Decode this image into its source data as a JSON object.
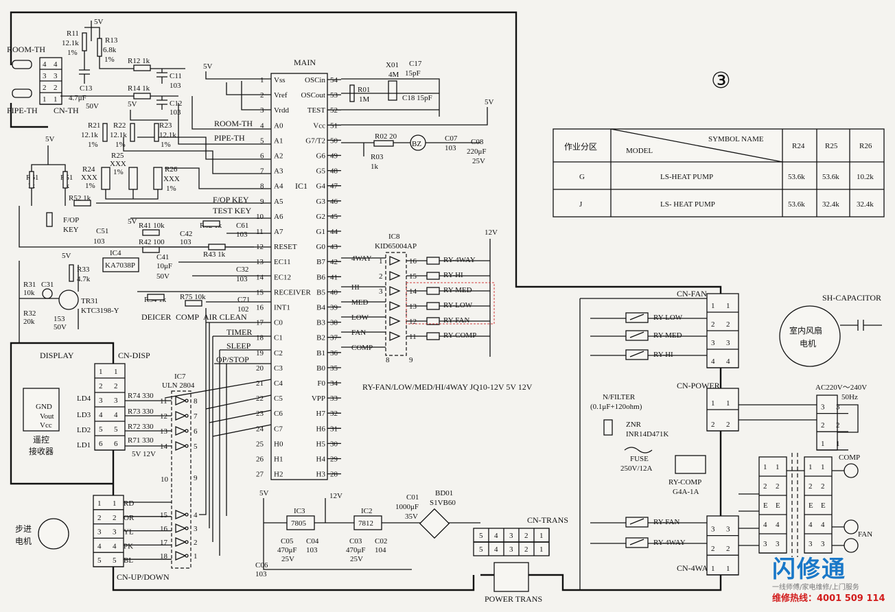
{
  "circle_number": "③",
  "main_label": "MAIN",
  "ic1": {
    "name": "IC1",
    "left_pins": [
      {
        "n": "1",
        "name": "Vss"
      },
      {
        "n": "2",
        "name": "Vref"
      },
      {
        "n": "3",
        "name": "Vrdd"
      },
      {
        "n": "4",
        "name": "A0"
      },
      {
        "n": "5",
        "name": "A1"
      },
      {
        "n": "6",
        "name": "A2"
      },
      {
        "n": "7",
        "name": "A3"
      },
      {
        "n": "8",
        "name": "A4"
      },
      {
        "n": "9",
        "name": "A5"
      },
      {
        "n": "10",
        "name": "A6"
      },
      {
        "n": "11",
        "name": "A7"
      },
      {
        "n": "12",
        "name": "RESET"
      },
      {
        "n": "13",
        "name": "EC11"
      },
      {
        "n": "14",
        "name": "EC12"
      },
      {
        "n": "15",
        "name": "RECEIVER"
      },
      {
        "n": "16",
        "name": "INT1"
      },
      {
        "n": "17",
        "name": "C0"
      },
      {
        "n": "18",
        "name": "C1"
      },
      {
        "n": "19",
        "name": "C2"
      },
      {
        "n": "20",
        "name": "C3"
      },
      {
        "n": "21",
        "name": "C4"
      },
      {
        "n": "22",
        "name": "C5"
      },
      {
        "n": "23",
        "name": "C6"
      },
      {
        "n": "24",
        "name": "C7"
      },
      {
        "n": "25",
        "name": "H0"
      },
      {
        "n": "26",
        "name": "H1"
      },
      {
        "n": "27",
        "name": "H2"
      }
    ],
    "right_pins": [
      {
        "n": "54",
        "name": "OSCin"
      },
      {
        "n": "53",
        "name": "OSCout"
      },
      {
        "n": "52",
        "name": "TEST"
      },
      {
        "n": "51",
        "name": "Vcc"
      },
      {
        "n": "50",
        "name": "G7/T2"
      },
      {
        "n": "49",
        "name": "G6"
      },
      {
        "n": "48",
        "name": "G5"
      },
      {
        "n": "47",
        "name": "G4"
      },
      {
        "n": "46",
        "name": "G3"
      },
      {
        "n": "45",
        "name": "G2"
      },
      {
        "n": "44",
        "name": "G1"
      },
      {
        "n": "43",
        "name": "G0"
      },
      {
        "n": "42",
        "name": "B7"
      },
      {
        "n": "41",
        "name": "B6"
      },
      {
        "n": "40",
        "name": "B5"
      },
      {
        "n": "39",
        "name": "B4"
      },
      {
        "n": "38",
        "name": "B3"
      },
      {
        "n": "37",
        "name": "B2"
      },
      {
        "n": "36",
        "name": "B1"
      },
      {
        "n": "35",
        "name": "B0"
      },
      {
        "n": "34",
        "name": "F0"
      },
      {
        "n": "33",
        "name": "VPP"
      },
      {
        "n": "32",
        "name": "H7"
      },
      {
        "n": "31",
        "name": "H6"
      },
      {
        "n": "30",
        "name": "H5"
      },
      {
        "n": "29",
        "name": "H4"
      },
      {
        "n": "28",
        "name": "H3"
      }
    ]
  },
  "left_signals": [
    "ROOM-TH",
    "PIPE-TH",
    "F/OP KEY",
    "TEST KEY",
    "DEICER",
    "COMP",
    "AIR CLEAN",
    "TIMER",
    "SLEEP",
    "OP/STOP"
  ],
  "b_signals": [
    "4WAY",
    "HI",
    "MED",
    "LOW",
    "FAN",
    "COMP"
  ],
  "ic8": {
    "name": "IC8",
    "part": "KID65004AP",
    "rows": [
      {
        "in": "1",
        "out": "16",
        "relay": "RY-4WAY"
      },
      {
        "in": "2",
        "out": "15",
        "relay": "RY-HI"
      },
      {
        "in": "3",
        "out": "14",
        "relay": "RY-MED"
      },
      {
        "in": "",
        "out": "13",
        "relay": "RY-LOW"
      },
      {
        "in": "",
        "out": "12",
        "relay": "RY-FAN"
      },
      {
        "in": "",
        "out": "11",
        "relay": "RY-COMP"
      }
    ],
    "pins_extra": [
      "8",
      "9"
    ]
  },
  "relay_note": "RY-FAN/LOW/MED/HI/4WAY JQ10-12V 5V 12V",
  "ic7": {
    "name": "IC7",
    "part": "ULN 2804",
    "upper": [
      {
        "in": "11",
        "out": "8"
      },
      {
        "in": "12",
        "out": "7"
      },
      {
        "in": "13",
        "out": "6"
      },
      {
        "in": "14",
        "out": "5"
      }
    ],
    "lower": [
      {
        "in": "15",
        "out": "4"
      },
      {
        "in": "16",
        "out": "3"
      },
      {
        "in": "17",
        "out": "2"
      },
      {
        "in": "18",
        "out": "1"
      }
    ],
    "extra": [
      "10",
      "9"
    ]
  },
  "components": {
    "R11": "R11",
    "R11v": "12.1k",
    "R11t": "1%",
    "R13": "R13",
    "R13v": "6.8k",
    "R13t": "1%",
    "R12": "R12 1k",
    "C11": "C11",
    "C11v": "103",
    "R14": "R14 1k",
    "C12": "C12",
    "C12v": "103",
    "C13": "C13",
    "C13v": "4.7μF",
    "C13w": "50V",
    "R21": "R21",
    "R21v": "12.1k",
    "R21t": "1%",
    "R22": "R22",
    "R22v": "12.1k",
    "R22t": "1%",
    "R23": "R23",
    "R23v": "12.1k",
    "R23t": "1%",
    "R25": "R25",
    "R25v": "XXX",
    "R25t": "1%",
    "R24": "R24",
    "R24v": "XXX",
    "R24t": "1%",
    "R26": "R26",
    "R26v": "XXX",
    "R26t": "1%",
    "R61": "R61",
    "R61v": "1k",
    "R51": "R51",
    "R51v": "1k",
    "R52": "R52 1k",
    "C51": "C51",
    "C51v": "103",
    "R41": "R41 10k",
    "R42": "R42 100",
    "C42": "C42",
    "C42v": "103",
    "R62": "R62 1k",
    "C61": "C61",
    "C61v": "103",
    "IC4": "IC4",
    "IC4p": "KA7038P",
    "C41": "C41",
    "C41v": "10μF",
    "C41w": "50V",
    "R43": "R43 1k",
    "C32": "C32",
    "C32v": "103",
    "R33": "R33",
    "R33v": "4.7k",
    "R31": "R31",
    "R31v": "10k",
    "R32": "R32",
    "R32v": "20k",
    "C31": "C31",
    "C31v": "153",
    "C31w": "50V",
    "TR31": "TR31",
    "TR31p": "KTC3198-Y",
    "R34": "R34 1k",
    "R75": "R75 10k",
    "C71": "C71",
    "C71v": "102",
    "X01": "X01",
    "X01v": "4M",
    "R01": "R01",
    "R01v": "1M",
    "C17": "C17",
    "C17v": "15pF",
    "C18": "C18 15pF",
    "R02": "R02 20",
    "BZ": "BZ",
    "R03": "R03",
    "R03v": "1k",
    "C07": "C07",
    "C07v": "103",
    "C08": "C08",
    "C08v": "220μF",
    "C08w": "25V",
    "R74": "R74 330",
    "R73": "R73 330",
    "R72": "R72 330",
    "R71": "R71 330",
    "IC3": "IC3",
    "IC3p": "7805",
    "IC2": "IC2",
    "IC2p": "7812",
    "C05": "C05",
    "C05v": "470μF",
    "C05w": "25V",
    "C06": "C06",
    "C06v": "103",
    "C04": "C04",
    "C04v": "103",
    "C03": "C03",
    "C03v": "470μF",
    "C03w": "25V",
    "C02": "C02",
    "C02v": "104",
    "C01": "C01",
    "C01v": "1000μF",
    "C01w": "35V",
    "BD01": "BD01",
    "BD01p": "S1VB60"
  },
  "voltages": {
    "v5": "5V",
    "v12": "12V",
    "v5v12": "5V 12V"
  },
  "connectors": {
    "room_th": "ROOM-TH",
    "pipe_th": "PIPE-TH",
    "cn_th": "CN-TH",
    "cn_th_pins": [
      "4",
      "3",
      "2",
      "1"
    ],
    "display": "DISPLAY",
    "cn_disp": "CN-DISP",
    "disp_left": [
      "1",
      "2",
      "3",
      "4",
      "5",
      "6"
    ],
    "disp_right": [
      "1",
      "2",
      "3",
      "4",
      "5",
      "6"
    ],
    "disp_lines": [
      "LD4",
      "LD3",
      "LD2",
      "LD1"
    ],
    "receiver_pins": [
      "GND",
      "Vout",
      "Vcc"
    ],
    "receiver_name": "遥控\n接收器",
    "receiver_l1": "遥控",
    "receiver_l2": "接收器",
    "stepper_l1": "步进",
    "stepper_l2": "电机",
    "cn_updown": "CN-UP/DOWN",
    "updown_pins": [
      "1",
      "2",
      "3",
      "4",
      "5"
    ],
    "updown_lines": [
      "RD",
      "OR",
      "YL",
      "PK",
      "BL"
    ],
    "cn_trans": "CN-TRANS",
    "trans_pins": [
      "5",
      "4",
      "3",
      "2",
      "1"
    ],
    "power_trans": "POWER TRANS",
    "cn_fan": "CN-FAN",
    "cn_fan_pins": [
      "1",
      "2",
      "3",
      "4"
    ],
    "cn_power": "CN-POWER",
    "cn_power_pins": [
      "1",
      "2"
    ],
    "cn_4way": "CN-4WAY",
    "cn_4way_pins": [
      "3",
      "2",
      "1"
    ],
    "sh_cap": "SH-CAPACITOR",
    "motor_l1": "室内风扇",
    "motor_l2": "电机",
    "nfilter": "N/FILTER",
    "nfilter_v": "(0.1μF+120ohm)",
    "znr": "ZNR",
    "znr_p": "INR14D471K",
    "fuse": "FUSE",
    "fuse_v": "250V/12A",
    "ry_comp": "RY-COMP",
    "ry_comp_p": "G4A-1A",
    "ac": "AC220V～240V",
    "ac_hz": "50Hz",
    "comp": "COMP",
    "fan": "FAN",
    "outdoor_pins": [
      "1",
      "2",
      "E",
      "4",
      "3"
    ],
    "relays_right": [
      "RY-LOW",
      "RY-MED",
      "RY-HI",
      "RY-FAN",
      "RY-4WAY"
    ],
    "ac_pins": [
      "3",
      "2",
      "1"
    ]
  },
  "table": {
    "col0": "作业分区",
    "model": "MODEL",
    "symbol": "SYMBOL NAME",
    "cols": [
      "R24",
      "R25",
      "R26"
    ],
    "rows": [
      {
        "zone": "G",
        "model": "LS-HEAT PUMP",
        "v": [
          "53.6k",
          "53.6k",
          "10.2k"
        ]
      },
      {
        "zone": "J",
        "model": "LS- HEAT PUMP",
        "v": [
          "53.6k",
          "32.4k",
          "32.4k"
        ]
      }
    ]
  },
  "logo": {
    "title": "闪修通",
    "sub": "一线师傅/家电维修/上门服务",
    "hotline": "维修热线：4001 509 114"
  }
}
